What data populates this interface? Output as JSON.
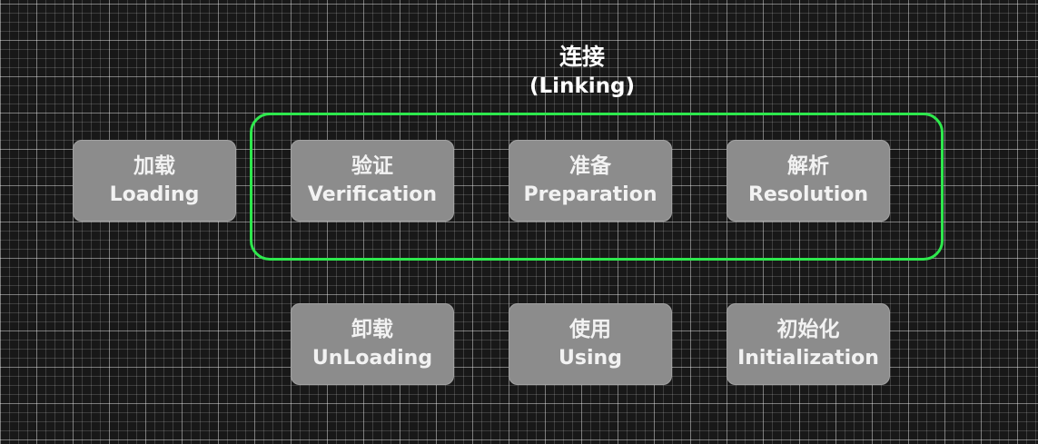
{
  "group": {
    "title_zh": "连接",
    "title_en": "(Linking)",
    "border_color": "#2ee84d"
  },
  "nodes": {
    "loading": {
      "zh": "加载",
      "en": "Loading"
    },
    "verification": {
      "zh": "验证",
      "en": "Verification"
    },
    "preparation": {
      "zh": "准备",
      "en": "Preparation"
    },
    "resolution": {
      "zh": "解析",
      "en": "Resolution"
    },
    "unloading": {
      "zh": "卸载",
      "en": "UnLoading"
    },
    "using": {
      "zh": "使用",
      "en": "Using"
    },
    "initialization": {
      "zh": "初始化",
      "en": "Initialization"
    }
  },
  "colors": {
    "background": "#181818",
    "node_fill": "#8c8c8c",
    "node_text": "#f2f2f2"
  }
}
